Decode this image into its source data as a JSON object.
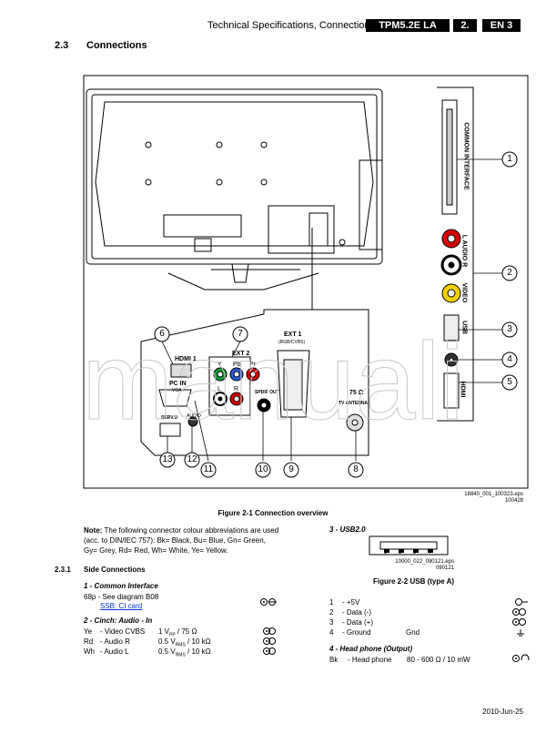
{
  "header": {
    "title": "Technical Specifications, Connections",
    "model": "TPM5.2E LA",
    "chapter": "2.",
    "lang": "EN 3"
  },
  "section": {
    "number": "2.3",
    "title": "Connections"
  },
  "figure1": {
    "eps": "18840_001_100323.eps",
    "date": "100428",
    "caption": "Figure 2-1 Connection overview",
    "callouts": [
      "1",
      "2",
      "3",
      "4",
      "5",
      "6",
      "7",
      "8",
      "9",
      "10",
      "11",
      "12",
      "13"
    ],
    "side_labels": {
      "common_interface": "COMMON INTERFACE",
      "audio": "L  AUDIO  R",
      "video": "VIDEO",
      "usb": "USB",
      "hdmi": "HDMI"
    },
    "panel_labels": {
      "hdmi1": "HDMI 1",
      "ext2": "EXT 2",
      "y": "Y",
      "pb": "Pb",
      "pr": "Pr",
      "l": "L",
      "r": "R",
      "ext1": "EXT 1",
      "ext1_sub": "(RGB/CVBS)",
      "pcin": "PC IN",
      "vga": "VGA",
      "spdif": "SPDIF OUT",
      "serv": "SERV.U",
      "audio": "AUDIO",
      "ohm": "75 Ω",
      "antenna": "TV ANTENNA"
    }
  },
  "note": {
    "label": "Note:",
    "text1": " The following connector colour abbreviations are used",
    "text2": "(acc. to DIN/IEC 757): Bk= Black, Bu= Blue, Gn= Green,",
    "text3": "Gy= Grey, Rd= Red, Wh= White, Ye= Yellow."
  },
  "subsection": {
    "number": "2.3.1",
    "title": "Side Connections"
  },
  "common_interface": {
    "heading": "1 - Common Interface",
    "line": "68p - See diagram B08",
    "link": "SSB: CI card"
  },
  "cinch": {
    "heading": "2 - Cinch: Audio - In",
    "rows": [
      {
        "code": "Ye",
        "name": "- Video CVBS",
        "value": "1 V",
        "sub": "PP",
        "unit": " / 75 Ω"
      },
      {
        "code": "Rd",
        "name": "- Audio R",
        "value": "0.5 V",
        "sub": "RMS",
        "unit": " / 10 kΩ"
      },
      {
        "code": "Wh",
        "name": "- Audio L",
        "value": "0.5 V",
        "sub": "RMS",
        "unit": " / 10 kΩ"
      }
    ]
  },
  "usb": {
    "heading": "3 - USB2.0",
    "eps": "10000_022_090121.eps",
    "date": "090121",
    "caption": "Figure 2-2  USB (type A)",
    "pins": [
      "1",
      "2",
      "3",
      "4"
    ],
    "rows": [
      {
        "pin": "1",
        "name": "- +5V",
        "value": ""
      },
      {
        "pin": "2",
        "name": "- Data (-)",
        "value": ""
      },
      {
        "pin": "3",
        "name": "- Data (+)",
        "value": ""
      },
      {
        "pin": "4",
        "name": "- Ground",
        "value": "Gnd"
      }
    ]
  },
  "headphone": {
    "heading": "4 - Head phone (Output)",
    "code": "Bk",
    "name": "- Head phone",
    "value": "80 - 600 Ω / 10 mW"
  },
  "footer": {
    "date": "2010-Jun-25"
  },
  "watermark": "manuali"
}
